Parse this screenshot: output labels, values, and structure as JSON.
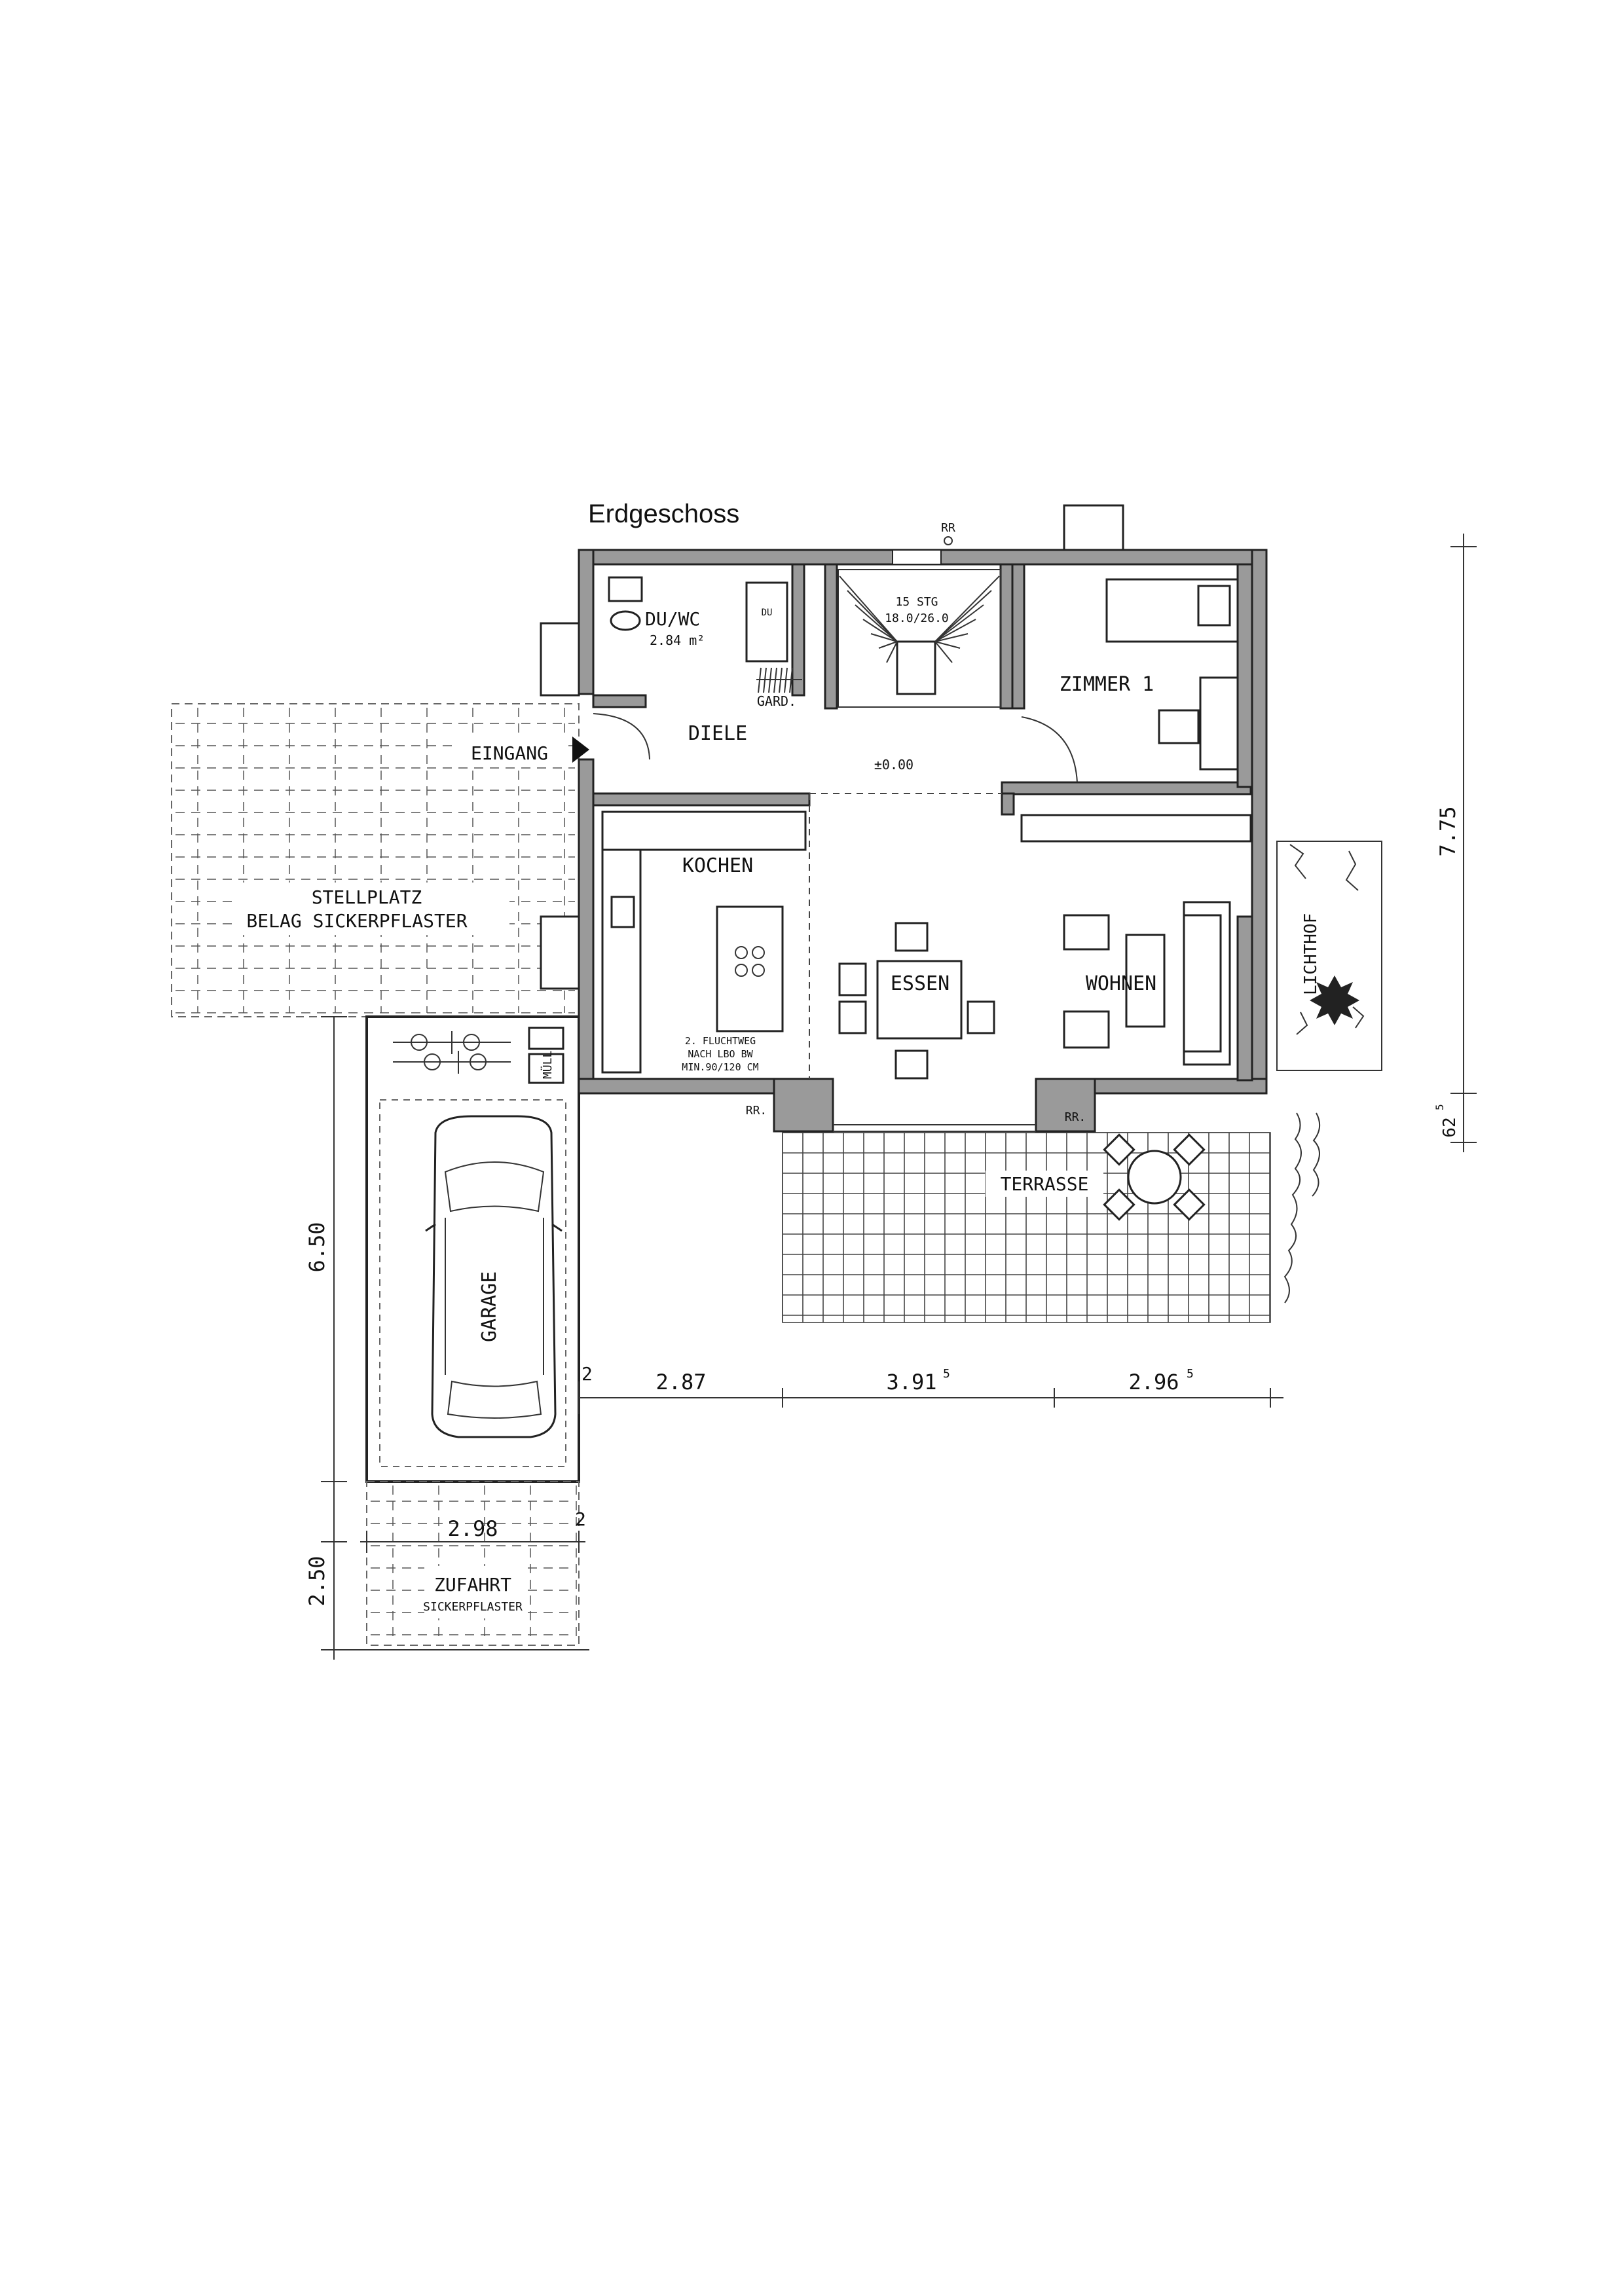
{
  "title": "Erdgeschoss",
  "rooms": {
    "duwc": "DU/WC",
    "duwc_area": "2.84 m²",
    "du": "DU",
    "stairs_count": "15 STG",
    "stairs_ratio": "18.0/26.0",
    "gard": "GARD.",
    "diele": "DIELE",
    "level": "±0.00",
    "eingang": "EINGANG",
    "zimmer1": "ZIMMER 1",
    "kochen": "KOCHEN",
    "essen": "ESSEN",
    "wohnen": "WOHNEN",
    "fluchtweg_1": "2. FLUCHTWEG",
    "fluchtweg_2": "NACH LBO BW",
    "fluchtweg_3": "MIN.90/120 CM",
    "terrasse": "TERRASSE",
    "lichthof": "LICHTHOF",
    "stellplatz": "STELLPLATZ",
    "stellplatz_belag": "BELAG SICKERPFLASTER",
    "garage": "GARAGE",
    "muell": "MÜLL",
    "zufahrt": "ZUFAHRT",
    "zufahrt_belag": "SICKERPFLASTER",
    "rr_top": "RR",
    "rr_left": "RR.",
    "rr_right": "RR."
  },
  "dimensions": {
    "d_287": "2.87",
    "d_391_main": "3.91",
    "d_391_sup": "5",
    "d_296_main": "2.96",
    "d_296_sup": "5",
    "d_2_a": "2",
    "d_2_b": "2",
    "d_298": "2.98",
    "d_650": "6.50",
    "d_250": "2.50",
    "d_775": "7.75",
    "d_62_main": "62",
    "d_62_sup": "5"
  }
}
